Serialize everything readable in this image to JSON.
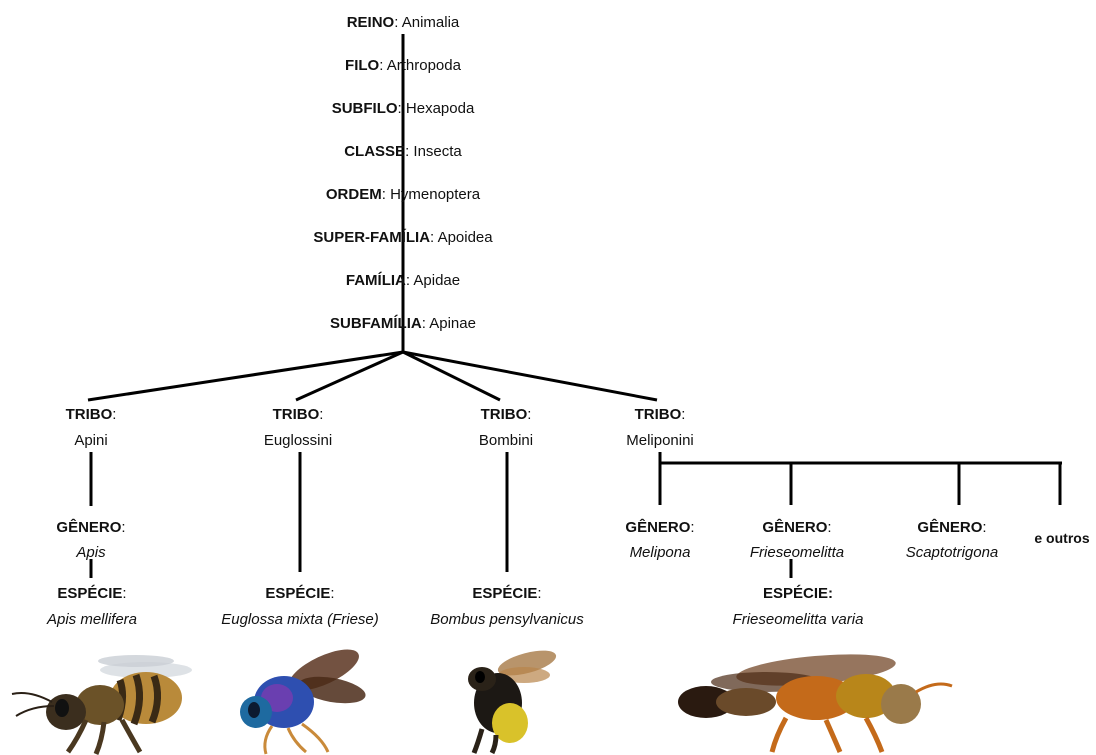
{
  "hierarchy": [
    {
      "rank": "REINO",
      "name": "Animalia"
    },
    {
      "rank": "FILO",
      "name": "Arthropoda"
    },
    {
      "rank": "SUBFILO",
      "name": "Hexapoda"
    },
    {
      "rank": "CLASSE",
      "name": "Insecta"
    },
    {
      "rank": "ORDEM",
      "name": "Hymenoptera"
    },
    {
      "rank": "SUPER-FAMÍLIA",
      "name": "Apoidea"
    },
    {
      "rank": "FAMÍLIA",
      "name": "Apidae"
    },
    {
      "rank": "SUBFAMÍLIA",
      "name": "Apinae"
    }
  ],
  "separator": ":",
  "tribes": [
    {
      "rank": "TRIBO",
      "name": "Apini"
    },
    {
      "rank": "TRIBO",
      "name": "Euglossini"
    },
    {
      "rank": "TRIBO",
      "name": "Bombini"
    },
    {
      "rank": "TRIBO",
      "name": "Meliponini"
    }
  ],
  "genera": [
    {
      "rank": "GÊNERO",
      "name": "Apis"
    },
    {
      "rank": "GÊNERO",
      "name": "Melipona"
    },
    {
      "rank": "GÊNERO",
      "name": "Frieseomelitta"
    },
    {
      "rank": "GÊNERO",
      "name": "Scaptotrigona"
    }
  ],
  "others_label": "e outros",
  "species": [
    {
      "rank": "ESPÉCIE",
      "name": "Apis mellifera"
    },
    {
      "rank": "ESPÉCIE",
      "name": "Euglossa mixta (Friese)"
    },
    {
      "rank": "ESPÉCIE",
      "name": "Bombus pensylvanicus"
    },
    {
      "rank": "ESPÉCIE:",
      "name": "Frieseomelitta varia"
    }
  ],
  "images": [
    "honeybee-photo",
    "orchid-bee-photo",
    "bumblebee-photo",
    "stingless-bee-photo"
  ],
  "colors": {
    "line": "#000000",
    "text": "#111111"
  }
}
